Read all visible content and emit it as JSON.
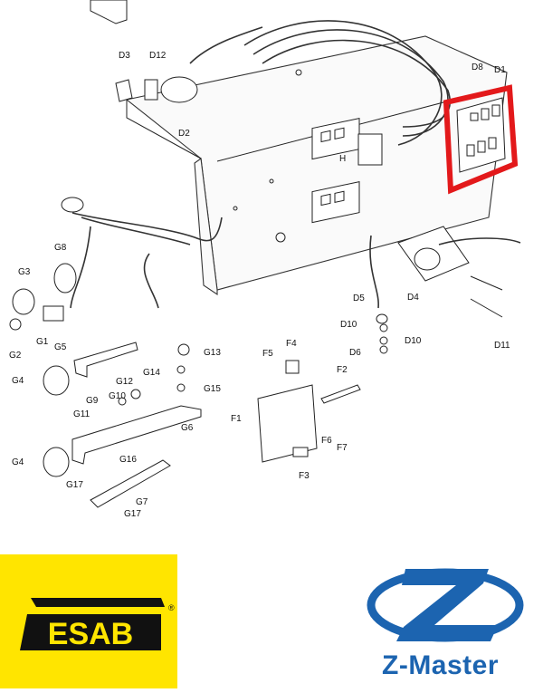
{
  "diagram": {
    "part_labels": [
      "D3",
      "D12",
      "D2",
      "D8",
      "D1",
      "H",
      "G8",
      "G3",
      "G2",
      "G1",
      "G5",
      "G4",
      "G13",
      "G14",
      "G15",
      "G12",
      "G10",
      "G9",
      "G11",
      "G6",
      "G4",
      "G16",
      "G17",
      "G7",
      "G17",
      "F5",
      "F4",
      "F2",
      "F1",
      "F6",
      "F7",
      "F3",
      "D5",
      "D10",
      "D10",
      "D6",
      "D4",
      "D11"
    ],
    "highlight_color": "#e3191b"
  },
  "logos": {
    "esab": {
      "text": "ESAB",
      "reg": "®",
      "bg": "#ffe500",
      "fg": "#111111"
    },
    "zmaster": {
      "text": "Z-Master",
      "color": "#1c64b0"
    }
  }
}
